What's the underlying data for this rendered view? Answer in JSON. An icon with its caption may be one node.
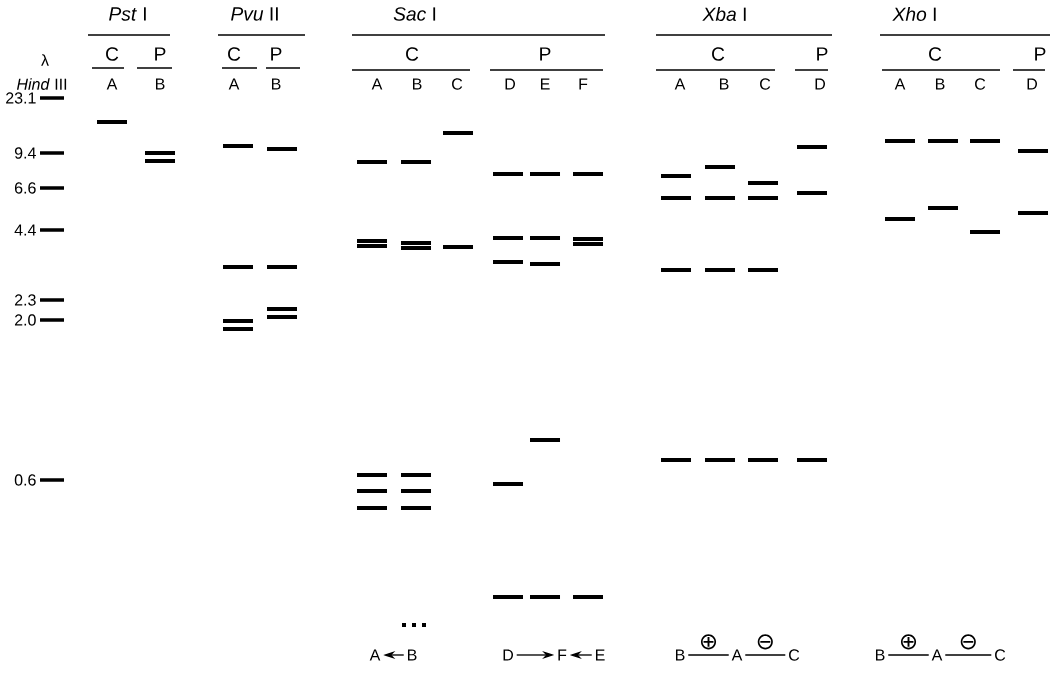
{
  "diagram": {
    "nodes": [
      {
        "text": [
          "A"
        ]
      },
      {
        "text": [
          "B"
        ]
      },
      {
        "text": [
          "D"
        ]
      },
      {
        "text": [
          "F"
        ]
      },
      {
        "text": [
          "E"
        ]
      },
      {
        "text": [
          "B"
        ]
      },
      {
        "text": [
          "A"
        ]
      },
      {
        "text": [
          "C"
        ]
      },
      {
        "text": [
          "B"
        ]
      },
      {
        "text": [
          "A"
        ]
      },
      {
        "text": [
          "C"
        ]
      }
    ],
    "edges": [
      {
        "from": 1,
        "to": 0,
        "arrow": "to"
      },
      {
        "from": 2,
        "to": 3,
        "arrow": "to"
      },
      {
        "from": 4,
        "to": 3,
        "arrow": "to"
      },
      {
        "from": 5,
        "to": 6,
        "arrow": "none",
        "label": "⊕"
      },
      {
        "from": 6,
        "to": 7,
        "arrow": "none",
        "label": "⊖"
      },
      {
        "from": 8,
        "to": 9,
        "arrow": "none",
        "label": "⊕"
      },
      {
        "from": 9,
        "to": 10,
        "arrow": "none",
        "label": "⊖"
      }
    ],
    "labels": [
      "*Pst* I",
      "*Pvu* II",
      "*Sac* I",
      "*Xba* I",
      "*Xho* I",
      "λ",
      "C",
      "P",
      "C",
      "P",
      "C",
      "P",
      "C",
      "P",
      "C",
      "P",
      "*Hind* III",
      "A",
      "B",
      "A",
      "B",
      "A",
      "B",
      "C",
      "D",
      "E",
      "F",
      "A",
      "B",
      "C",
      "D",
      "A",
      "B",
      "C",
      "D",
      "23.1",
      "9.4",
      "6.6",
      "4.4",
      "2.3",
      "2.0",
      "0.6"
    ]
  }
}
